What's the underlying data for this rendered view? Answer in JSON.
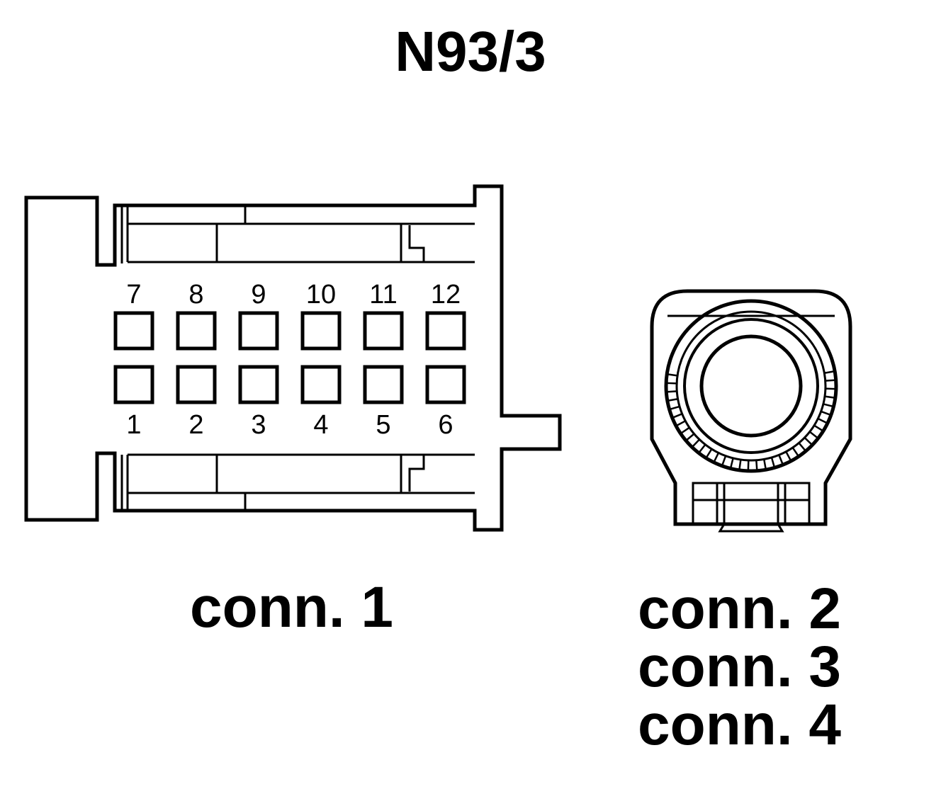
{
  "title": "N93/3",
  "connector_1": {
    "label": "conn. 1",
    "pins_top": [
      "7",
      "8",
      "9",
      "10",
      "11",
      "12"
    ],
    "pins_bottom": [
      "1",
      "2",
      "3",
      "4",
      "5",
      "6"
    ]
  },
  "connector_round": {
    "labels": [
      "conn. 2",
      "conn. 3",
      "conn. 4"
    ]
  },
  "colors": {
    "line": "#000000",
    "background": "#ffffff"
  }
}
